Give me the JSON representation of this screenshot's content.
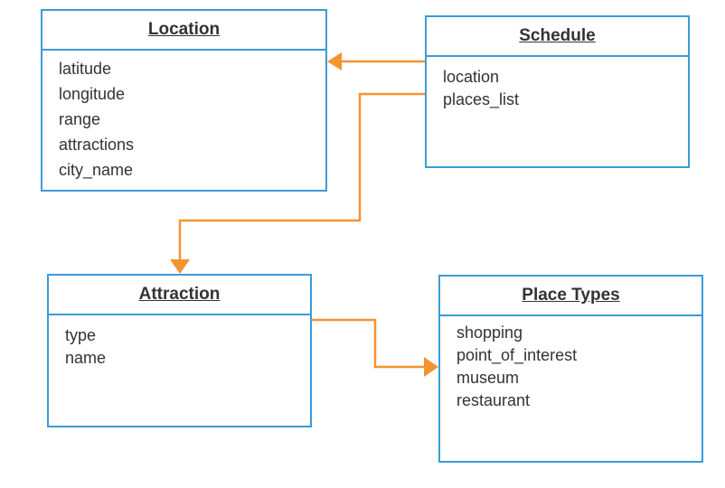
{
  "diagram": {
    "entities": [
      {
        "id": "location",
        "title": "Location",
        "attributes": [
          "latitude",
          "longitude",
          "range",
          "attractions",
          "city_name"
        ]
      },
      {
        "id": "schedule",
        "title": "Schedule",
        "attributes": [
          "location",
          "places_list"
        ]
      },
      {
        "id": "attraction",
        "title": "Attraction",
        "attributes": [
          "type",
          "name"
        ]
      },
      {
        "id": "place_types",
        "title": "Place Types",
        "attributes": [
          "shopping",
          "point_of_interest",
          "museum",
          "restaurant"
        ]
      }
    ],
    "relationships": [
      {
        "from": "schedule",
        "from_attribute": "location",
        "to": "location"
      },
      {
        "from": "schedule",
        "from_attribute": "places_list",
        "to": "attraction"
      },
      {
        "from": "attraction",
        "from_attribute": "type",
        "to": "place_types"
      }
    ],
    "colors": {
      "entity_border": "#3b9bd8",
      "connector": "#f39431",
      "text": "#333333"
    }
  }
}
